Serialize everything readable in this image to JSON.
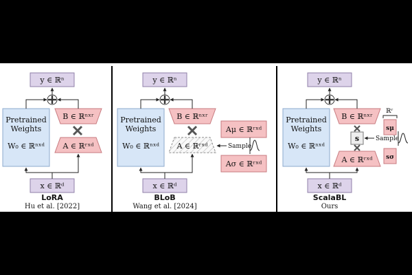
{
  "colors": {
    "background": "#000000",
    "panel": "#ffffff",
    "purple_box": "#ddd3ea",
    "purple_stroke": "#8f7fa8",
    "blue_box": "#d7e6f7",
    "blue_stroke": "#8ea9cc",
    "red_box": "#f5c1c3",
    "red_stroke": "#c77a7f",
    "grey_box": "#eeeeee",
    "divider": "#000000"
  },
  "panels": [
    {
      "id": "lora",
      "output": "y ∈ ℝⁿ",
      "weights_label_line1": "Pretrained",
      "weights_label_line2": "Weights",
      "weights_math": "W₀ ∈ ℝⁿˣᵈ",
      "b_matrix": "B ∈ ℝⁿˣʳ",
      "a_matrix": "A ∈ ℝʳˣᵈ",
      "input": "x ∈ ℝᵈ",
      "title": "LoRA",
      "subtitle": "Hu et al. [2022]"
    },
    {
      "id": "blob",
      "output": "y ∈ ℝⁿ",
      "weights_label_line1": "Pretrained",
      "weights_label_line2": "Weights",
      "weights_math": "W₀ ∈ ℝⁿˣᵈ",
      "b_matrix": "B ∈ ℝⁿˣʳ",
      "a_matrix": "A ∈ ℝʳˣᵈ",
      "a_mu": "Aμ ∈ ℝʳˣᵈ",
      "a_sigma": "Aσ ∈ ℝʳˣᵈ",
      "sample_label": "Sample",
      "input": "x ∈ ℝᵈ",
      "title": "BLoB",
      "subtitle": "Wang et al. [2024]"
    },
    {
      "id": "scalabl",
      "output": "y ∈ ℝⁿ",
      "weights_label_line1": "Pretrained",
      "weights_label_line2": "Weights",
      "weights_math": "W₀ ∈ ℝⁿˣᵈ",
      "b_matrix": "B ∈ ℝⁿˣʳ",
      "a_matrix": "A ∈ ℝʳˣᵈ",
      "s_vector": "s",
      "s_mu": "sμ",
      "s_sigma": "sσ",
      "r_space": "ℝʳ",
      "sample_label": "Sample",
      "input": "x ∈ ℝᵈ",
      "title": "ScalaBL",
      "subtitle": "Ours"
    }
  ]
}
